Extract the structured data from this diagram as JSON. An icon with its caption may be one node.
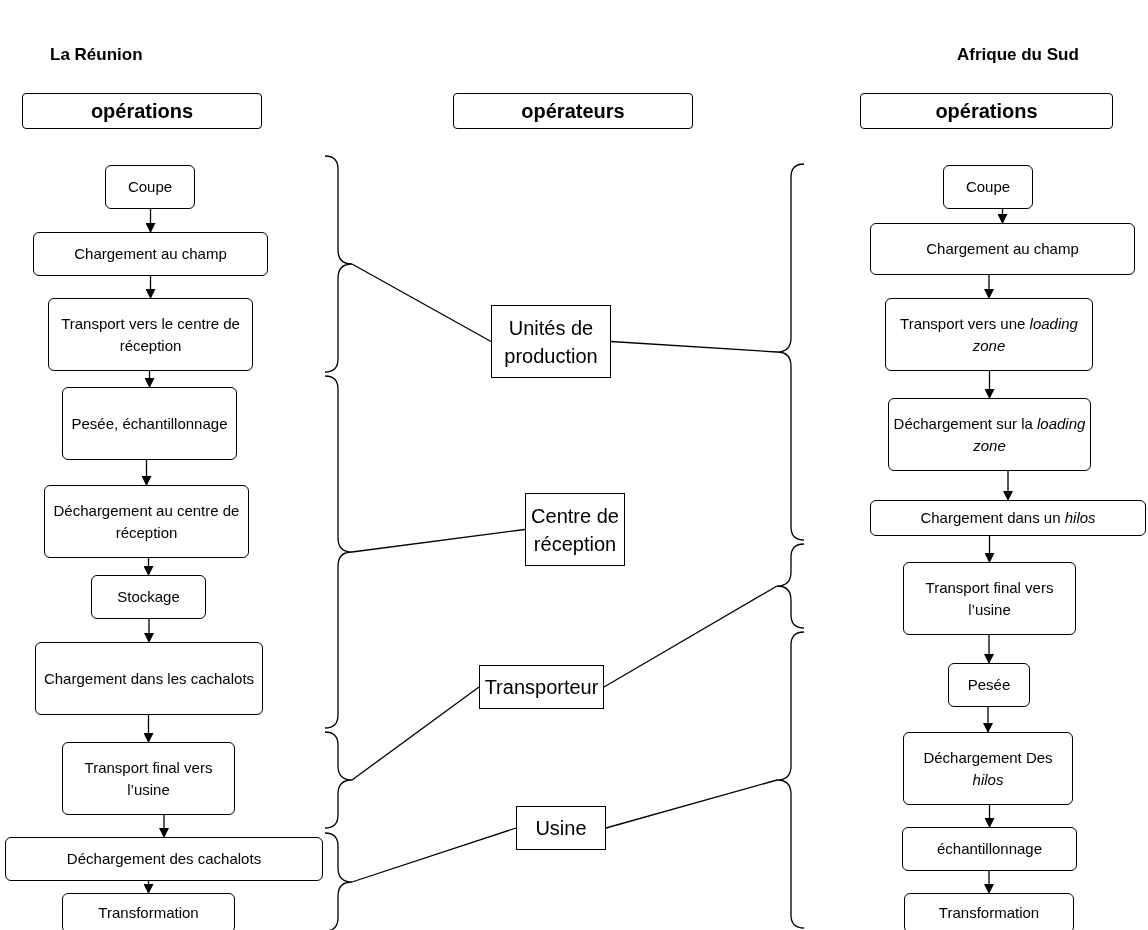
{
  "diagram": {
    "nodes": [
      {
        "text": [
          "opérations"
        ]
      },
      {
        "text": [
          "opérateurs"
        ]
      },
      {
        "text": [
          "opérations"
        ]
      },
      {
        "text": [
          "Coupe"
        ]
      },
      {
        "text": [
          "Chargement au champ"
        ]
      },
      {
        "text": [
          "Transport vers le centre de réception"
        ]
      },
      {
        "text": [
          "Pesée, échantillonnage"
        ]
      },
      {
        "text": [
          "Déchargement au centre de réception"
        ]
      },
      {
        "text": [
          "Stockage"
        ]
      },
      {
        "text": [
          "Chargement dans les cachalots"
        ]
      },
      {
        "text": [
          "Transport final vers l’usine"
        ]
      },
      {
        "text": [
          "Déchargement des cachalots"
        ]
      },
      {
        "text": [
          "Transformation"
        ]
      },
      {
        "text": [
          "Unités de production"
        ]
      },
      {
        "text": [
          "Centre de réception"
        ]
      },
      {
        "text": [
          "Transporteur"
        ]
      },
      {
        "text": [
          "Usine"
        ]
      },
      {
        "text": [
          "Coupe"
        ]
      },
      {
        "text": [
          "Chargement au champ"
        ]
      },
      {
        "text": [
          "Transport vers une *loading zone*"
        ]
      },
      {
        "text": [
          "Déchargement sur la *loading zone*"
        ]
      },
      {
        "text": [
          "Chargement dans un *hilos*"
        ]
      },
      {
        "text": [
          "Transport final vers l’usine"
        ]
      },
      {
        "text": [
          "Pesée"
        ]
      },
      {
        "text": [
          "Déchargement Des *hilos*"
        ]
      },
      {
        "text": [
          "échantillonnage"
        ]
      },
      {
        "text": [
          "Transformation"
        ]
      },
      {
        "text": [],
        "shape": "brace"
      },
      {
        "text": [],
        "shape": "brace"
      },
      {
        "text": [],
        "shape": "brace"
      },
      {
        "text": [],
        "shape": "brace"
      },
      {
        "text": [],
        "shape": "brace"
      },
      {
        "text": [],
        "shape": "brace"
      },
      {
        "text": [],
        "shape": "brace"
      }
    ],
    "edges": [
      {
        "from": 3,
        "to": 4,
        "arrow": "to"
      },
      {
        "from": 4,
        "to": 5,
        "arrow": "to"
      },
      {
        "from": 5,
        "to": 6,
        "arrow": "to"
      },
      {
        "from": 6,
        "to": 7,
        "arrow": "to"
      },
      {
        "from": 7,
        "to": 8,
        "arrow": "to"
      },
      {
        "from": 8,
        "to": 9,
        "arrow": "to"
      },
      {
        "from": 9,
        "to": 10,
        "arrow": "to"
      },
      {
        "from": 10,
        "to": 11,
        "arrow": "to"
      },
      {
        "from": 11,
        "to": 12,
        "arrow": "to"
      },
      {
        "from": 17,
        "to": 18,
        "arrow": "to"
      },
      {
        "from": 18,
        "to": 19,
        "arrow": "to"
      },
      {
        "from": 19,
        "to": 20,
        "arrow": "to"
      },
      {
        "from": 20,
        "to": 21,
        "arrow": "to"
      },
      {
        "from": 21,
        "to": 22,
        "arrow": "to"
      },
      {
        "from": 22,
        "to": 23,
        "arrow": "to"
      },
      {
        "from": 23,
        "to": 24,
        "arrow": "to"
      },
      {
        "from": 24,
        "to": 25,
        "arrow": "to"
      },
      {
        "from": 25,
        "to": 26,
        "arrow": "to"
      },
      {
        "from": 13,
        "to": 27,
        "arrow": "none"
      },
      {
        "from": 13,
        "to": 31,
        "arrow": "none"
      },
      {
        "from": 14,
        "to": 28,
        "arrow": "none"
      },
      {
        "from": 15,
        "to": 29,
        "arrow": "none"
      },
      {
        "from": 15,
        "to": 32,
        "arrow": "none"
      },
      {
        "from": 16,
        "to": 30,
        "arrow": "none"
      },
      {
        "from": 16,
        "to": 33,
        "arrow": "none"
      }
    ],
    "labels": [
      "La Réunion",
      "Afrique du Sud"
    ]
  }
}
